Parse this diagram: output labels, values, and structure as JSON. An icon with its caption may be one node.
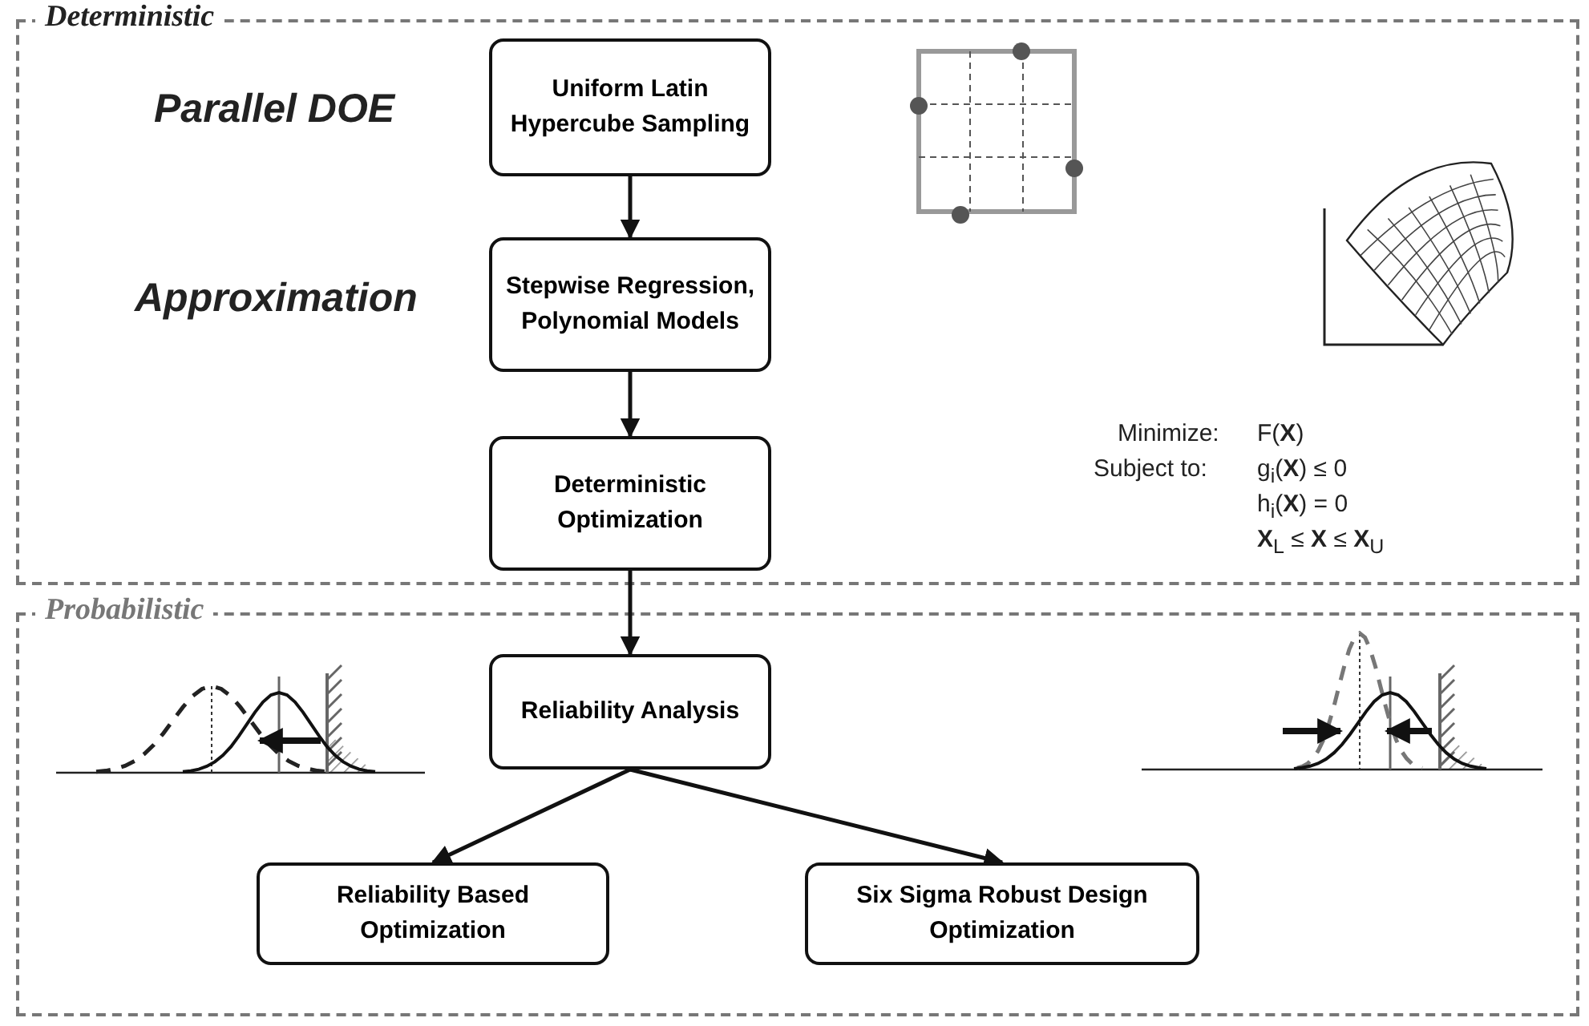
{
  "diagram": {
    "nodes": [
      {
        "text": [
          "Deterministic"
        ]
      },
      {
        "text": [
          "Uniform Latin Hypercube Sampling"
        ],
        "in": 0
      },
      {
        "text": [
          "Stepwise Regression, Polynomial Models"
        ],
        "in": 0
      },
      {
        "text": [
          "Deterministic Optimization"
        ],
        "in": 0
      },
      {
        "text": [
          "Probabilistic"
        ]
      },
      {
        "text": [
          "Reliability Analysis"
        ],
        "in": 4
      },
      {
        "text": [
          "Reliability Based Optimization"
        ],
        "in": 4
      },
      {
        "text": [
          "Six Sigma Robust Design Optimization"
        ],
        "in": 4
      }
    ],
    "edges": [
      {
        "from": 1,
        "to": 2,
        "arrow": "to"
      },
      {
        "from": 2,
        "to": 3,
        "arrow": "to"
      },
      {
        "from": 3,
        "to": 5,
        "arrow": "to"
      },
      {
        "from": 5,
        "to": 6,
        "arrow": "to"
      },
      {
        "from": 5,
        "to": 7,
        "arrow": "to"
      }
    ],
    "labels": [
      "Parallel DOE",
      "Approximation",
      "Minimize:",
      "F(**X**)",
      "Subject to:",
      "g$_{i}$(**X**) ≤ 0",
      "h$_{i}$(**X**) = 0",
      "**X**$_{L}$ ≤ **X** ≤ **X**$_{U}$"
    ]
  }
}
